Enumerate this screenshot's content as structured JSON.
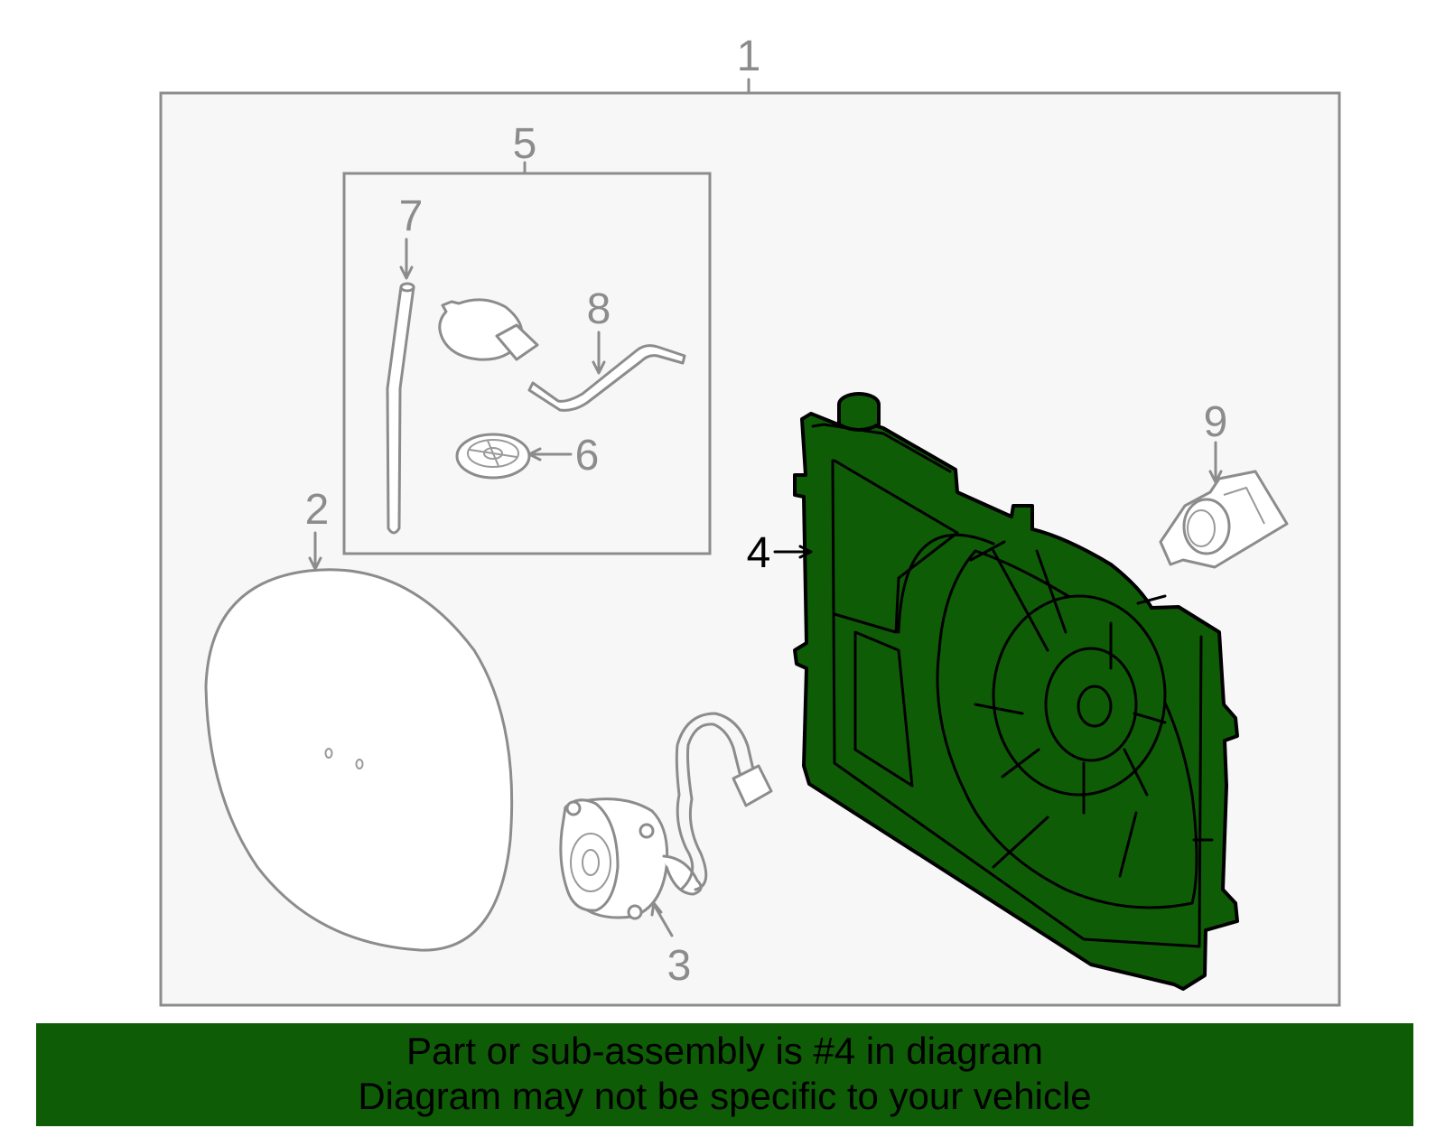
{
  "colors": {
    "highlight": "#0f5c07",
    "outline": "#8c8c8c",
    "panel": "#f7f7f7"
  },
  "callouts": {
    "c1": "1",
    "c2": "2",
    "c3": "3",
    "c4": "4",
    "c5": "5",
    "c6": "6",
    "c7": "7",
    "c8": "8",
    "c9": "9"
  },
  "selected_part": "4",
  "banner": {
    "line1": "Part or sub-assembly is #4 in diagram",
    "line2": "Diagram may not be specific to your vehicle"
  }
}
